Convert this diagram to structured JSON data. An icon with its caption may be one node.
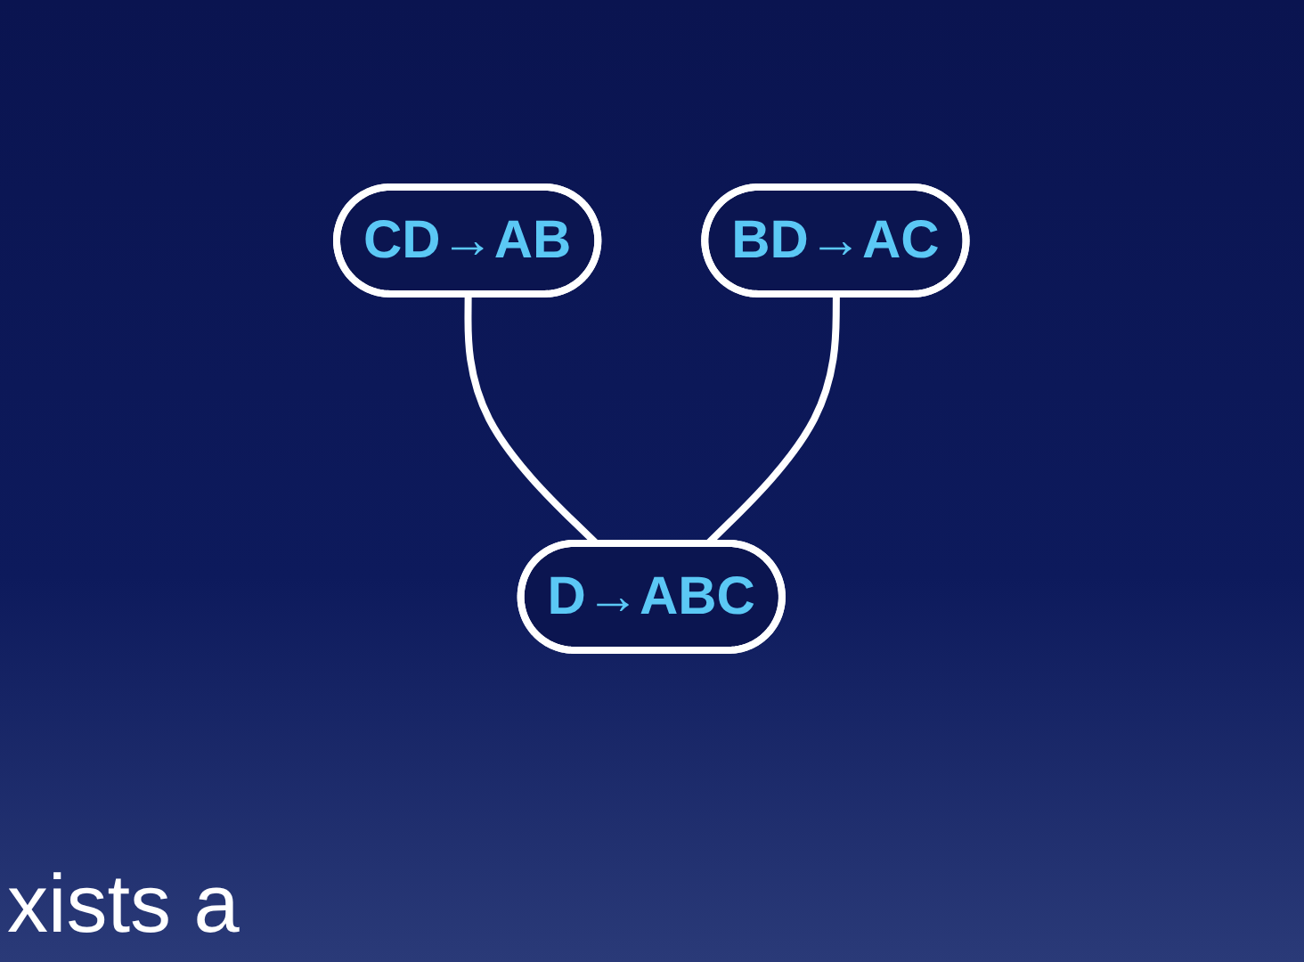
{
  "diagram": {
    "nodes": [
      {
        "text": [
          "CD→AB"
        ]
      },
      {
        "text": [
          "BD→AC"
        ]
      },
      {
        "text": [
          "D→ABC"
        ]
      }
    ],
    "edges": [
      {
        "from": 0,
        "to": 2,
        "arrow": "none"
      },
      {
        "from": 1,
        "to": 2,
        "arrow": "none"
      }
    ],
    "labels": [
      "xists a"
    ]
  }
}
